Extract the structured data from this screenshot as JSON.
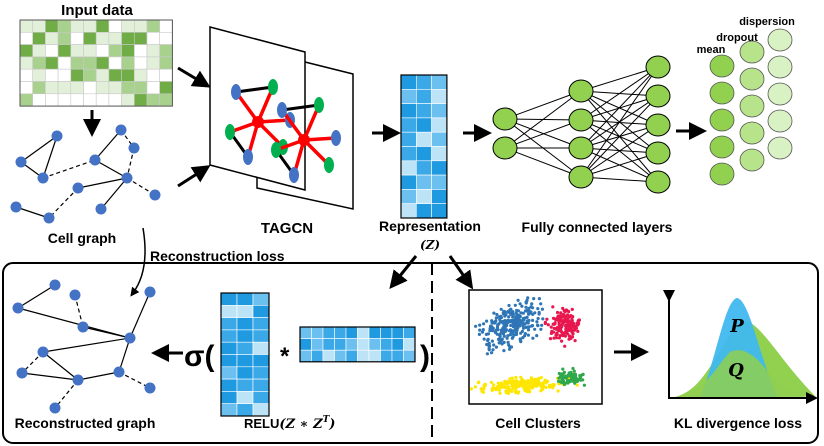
{
  "labels": {
    "input_data": "Input data",
    "cell_graph": "Cell graph",
    "tagcn": "TAGCN",
    "representation": "Representation",
    "z_symbol": "(Z)",
    "fully_connected": "Fully connected layers",
    "dispersion": "dispersion",
    "dropout": "dropout",
    "mean": "mean",
    "reconstruction_loss": "Reconstruction loss",
    "reconstructed_graph": "Reconstructed graph",
    "sigma": "σ(",
    "close_paren": ")",
    "multiply": "*",
    "relu_prefix": "RELU",
    "relu_expr": "(Z ∗ Z",
    "relu_sup": "T",
    "relu_close": ")",
    "cell_clusters": "Cell Clusters",
    "kl_loss": "KL divergence loss",
    "p_label": "P",
    "q_label": "Q"
  },
  "colors": {
    "graph_node": "#4472c4",
    "input_green_dark": "#70ad47",
    "input_green_mid": "#a9d18e",
    "input_green_light": "#e2f0d9",
    "matrix_blue_dark": "#1f9ae0",
    "matrix_blue_light": "#bde3f7",
    "nn_node": "#92d050",
    "output_node": "#d9f2c4",
    "tagcn_red": "#ff0000",
    "tagcn_green": "#00b050",
    "kl_p": "#40b8ee",
    "kl_q": "#92d050",
    "cluster_blue": "#2e75b6",
    "cluster_red": "#e8174e",
    "cluster_yellow": "#ffe600",
    "cluster_green": "#2ea84a"
  }
}
